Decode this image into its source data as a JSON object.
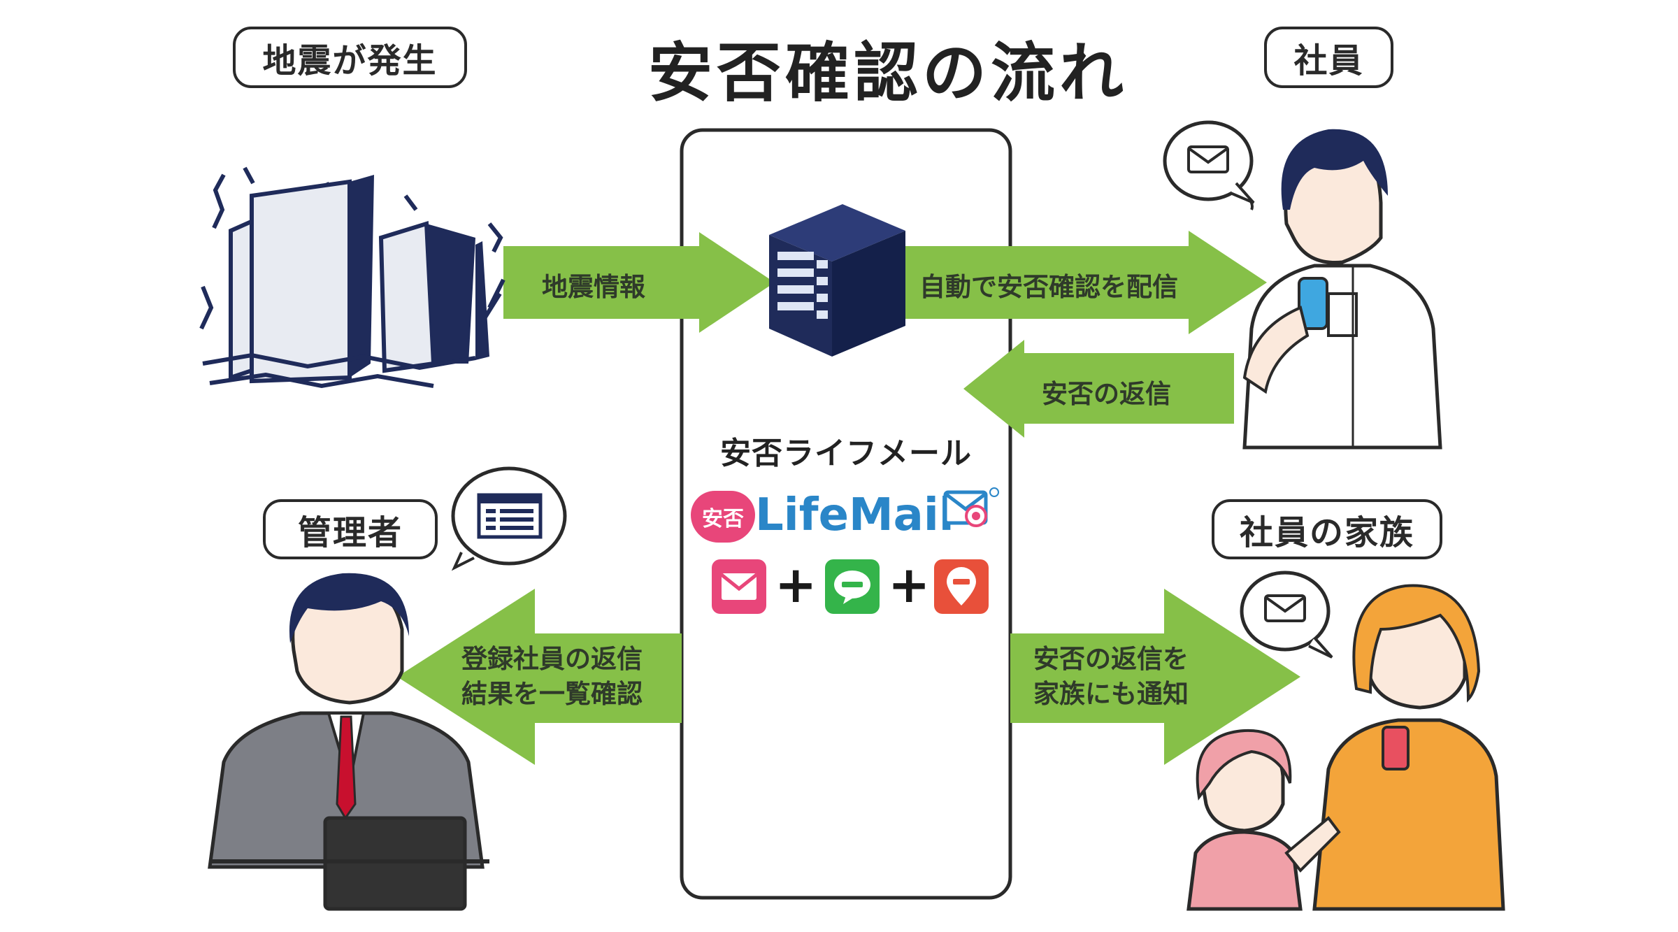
{
  "title": "安否確認の流れ",
  "labels": {
    "earthquake": "地震が発生",
    "employee": "社員",
    "manager": "管理者",
    "family": "社員の家族"
  },
  "arrows": {
    "quake_info": "地震情報",
    "auto_confirm": "自動で安否確認を配信",
    "reply": "安否の返信",
    "results_line1": "登録社員の返信",
    "results_line2": "結果を一覧確認",
    "family_line1": "安否の返信を",
    "family_line2": "家族にも通知"
  },
  "product": {
    "name": "安否ライフメール",
    "logo_badge": "安否",
    "logo_text": "LifeMail",
    "channels": [
      "mail-icon",
      "line-icon",
      "location-pin-icon"
    ],
    "plus": "+"
  },
  "colors": {
    "arrow_green": "#86c048",
    "navy": "#1f2b5a",
    "brand_pink": "#e8467a",
    "brand_blue": "#2a86c8",
    "line_green": "#34b44a",
    "pin_red": "#e8503a"
  }
}
